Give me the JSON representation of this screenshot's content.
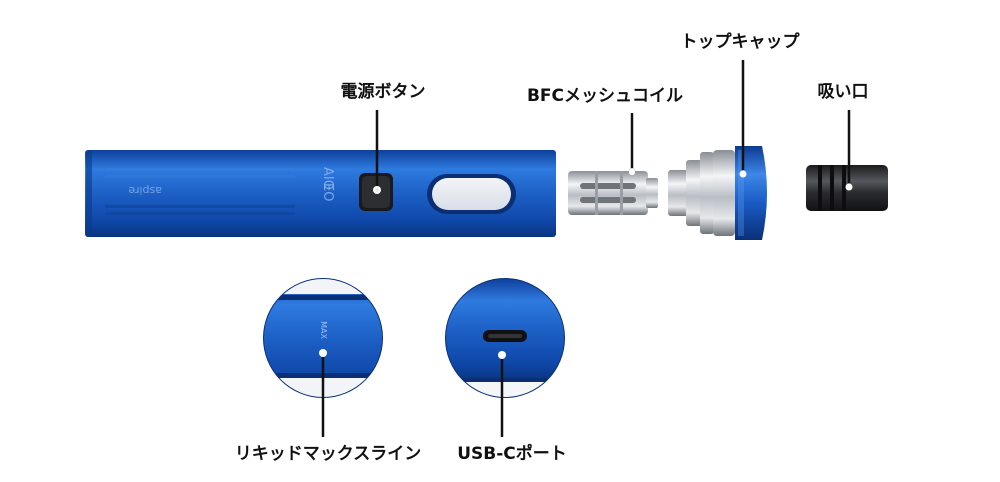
{
  "labels": {
    "power_button": "電源ボタン",
    "coil": "BFCメッシュコイル",
    "top_cap": "トップキャップ",
    "mouthpiece": "吸い口",
    "liquid_max_line": "リキッドマックスライン",
    "usb_c_port": "USB-Cポート"
  },
  "device_text": {
    "brand": "aspire",
    "model_line1": "EO",
    "model_line2": "AIO",
    "max_mark": "MAX"
  },
  "colors": {
    "body_blue": "#1e63c6",
    "label_text": "#111111",
    "leader_line": "#111111"
  }
}
